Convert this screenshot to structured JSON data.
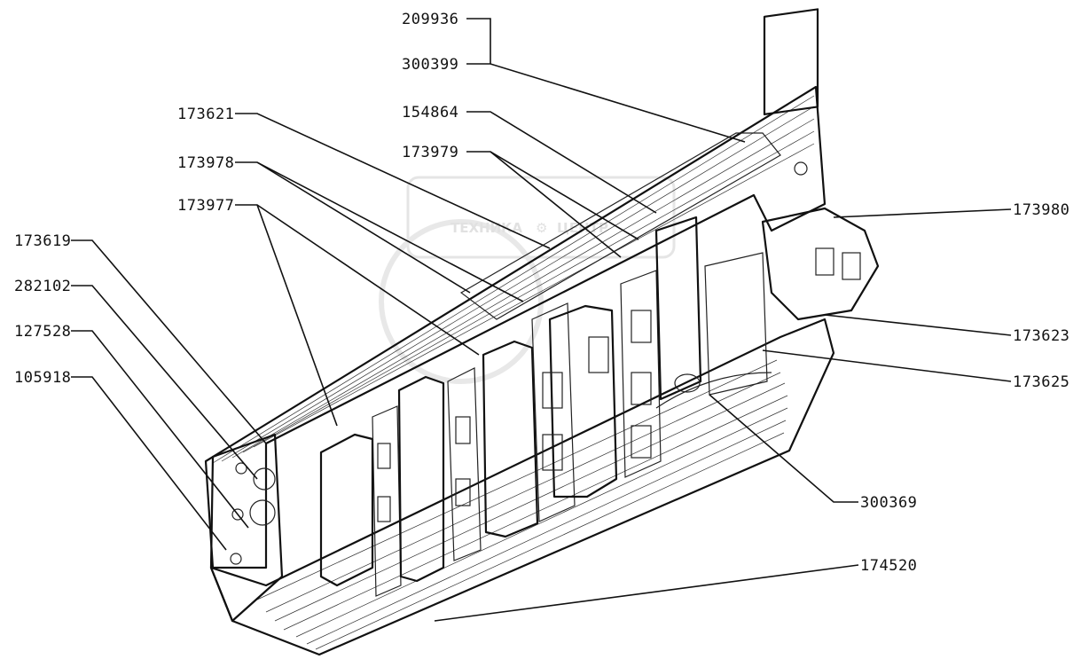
{
  "parts": [
    {
      "id": "p209936",
      "number": "209936"
    },
    {
      "id": "p300399",
      "number": "300399"
    },
    {
      "id": "p154864",
      "number": "154864"
    },
    {
      "id": "p173621",
      "number": "173621"
    },
    {
      "id": "p173979",
      "number": "173979"
    },
    {
      "id": "p173978",
      "number": "173978"
    },
    {
      "id": "p173977",
      "number": "173977"
    },
    {
      "id": "p173980",
      "number": "173980"
    },
    {
      "id": "p173619",
      "number": "173619"
    },
    {
      "id": "p282102",
      "number": "282102"
    },
    {
      "id": "p127528",
      "number": "127528"
    },
    {
      "id": "p105918",
      "number": "105918"
    },
    {
      "id": "p173623",
      "number": "173623"
    },
    {
      "id": "p173625",
      "number": "173625"
    },
    {
      "id": "p300369",
      "number": "300369"
    },
    {
      "id": "p174520",
      "number": "174520"
    }
  ],
  "watermark": {
    "text_left": "ТЕХНИКА",
    "text_right": "ЦЕНТР"
  }
}
